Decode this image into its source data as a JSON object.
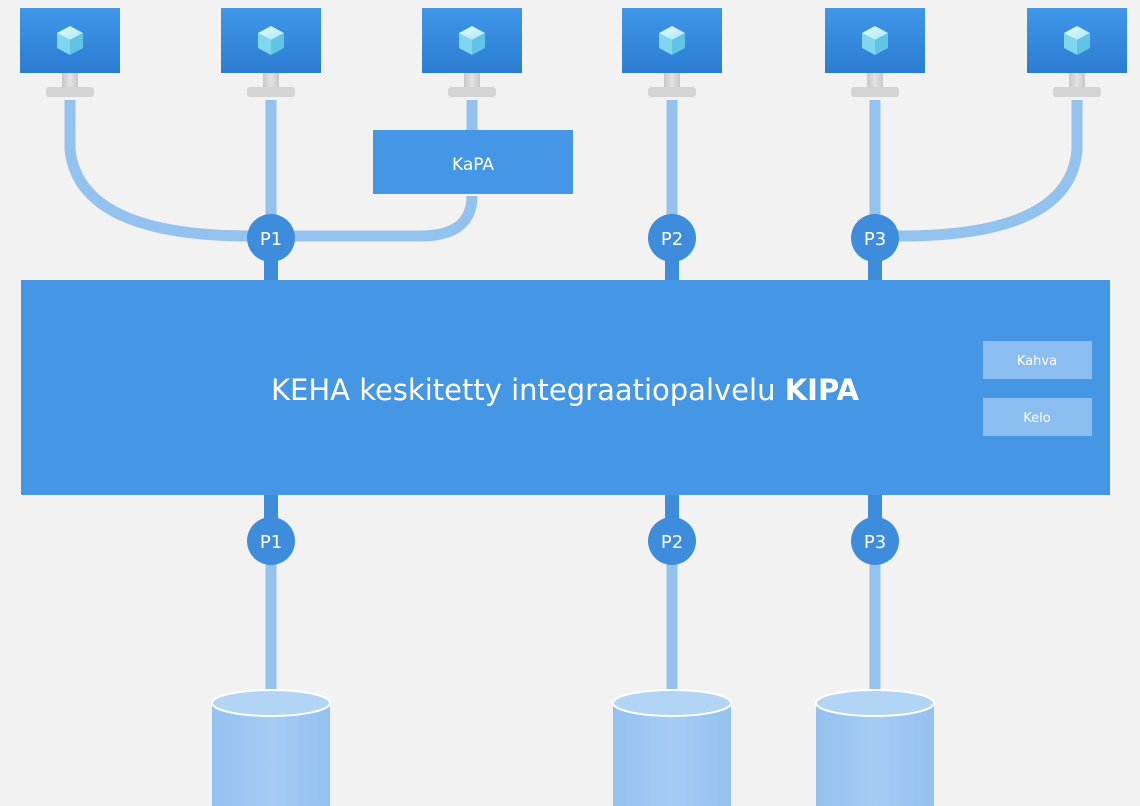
{
  "main_bus": {
    "label_prefix": "KEHA keskitetty integraatiopalvelu ",
    "label_bold": "KIPA",
    "side_boxes": [
      "Kahva",
      "Kelo"
    ]
  },
  "kapa": {
    "label": "KaPA"
  },
  "top_ports": [
    "P1",
    "P2",
    "P3"
  ],
  "bottom_ports": [
    "P1",
    "P2",
    "P3"
  ],
  "colors": {
    "background": "#f2f2f2",
    "bus": "#4696e6",
    "node": "#3e8ddd",
    "connector": "#94c2ee",
    "side_box": "#8cbdf0",
    "monitor_stand": "#d0d0d0",
    "database": "#9bc5f0"
  }
}
